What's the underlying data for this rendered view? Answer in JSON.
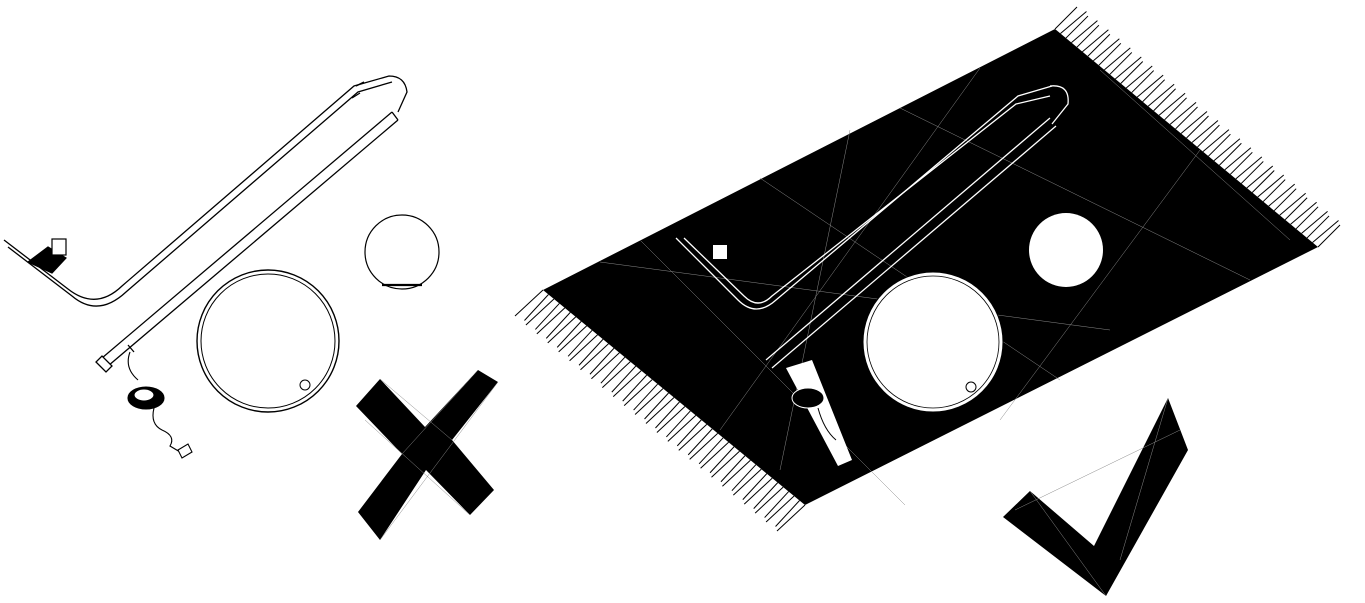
{
  "figure": {
    "left_panel": {
      "meaning": "incorrect",
      "mark_icon": "cross-mark-icon",
      "surface": "bare-floor",
      "parts": [
        "curved-lamp-arm",
        "lower-pole",
        "round-base-plate",
        "globe-shade",
        "foot-switch-cable"
      ]
    },
    "right_panel": {
      "meaning": "correct",
      "mark_icon": "check-mark-icon",
      "surface": "rug",
      "parts": [
        "curved-lamp-arm",
        "lower-pole",
        "round-base-plate",
        "globe-shade",
        "foot-switch-cable"
      ]
    },
    "colors": {
      "ink": "#000000",
      "paper": "#ffffff",
      "texture": "#8a8a8a"
    }
  }
}
